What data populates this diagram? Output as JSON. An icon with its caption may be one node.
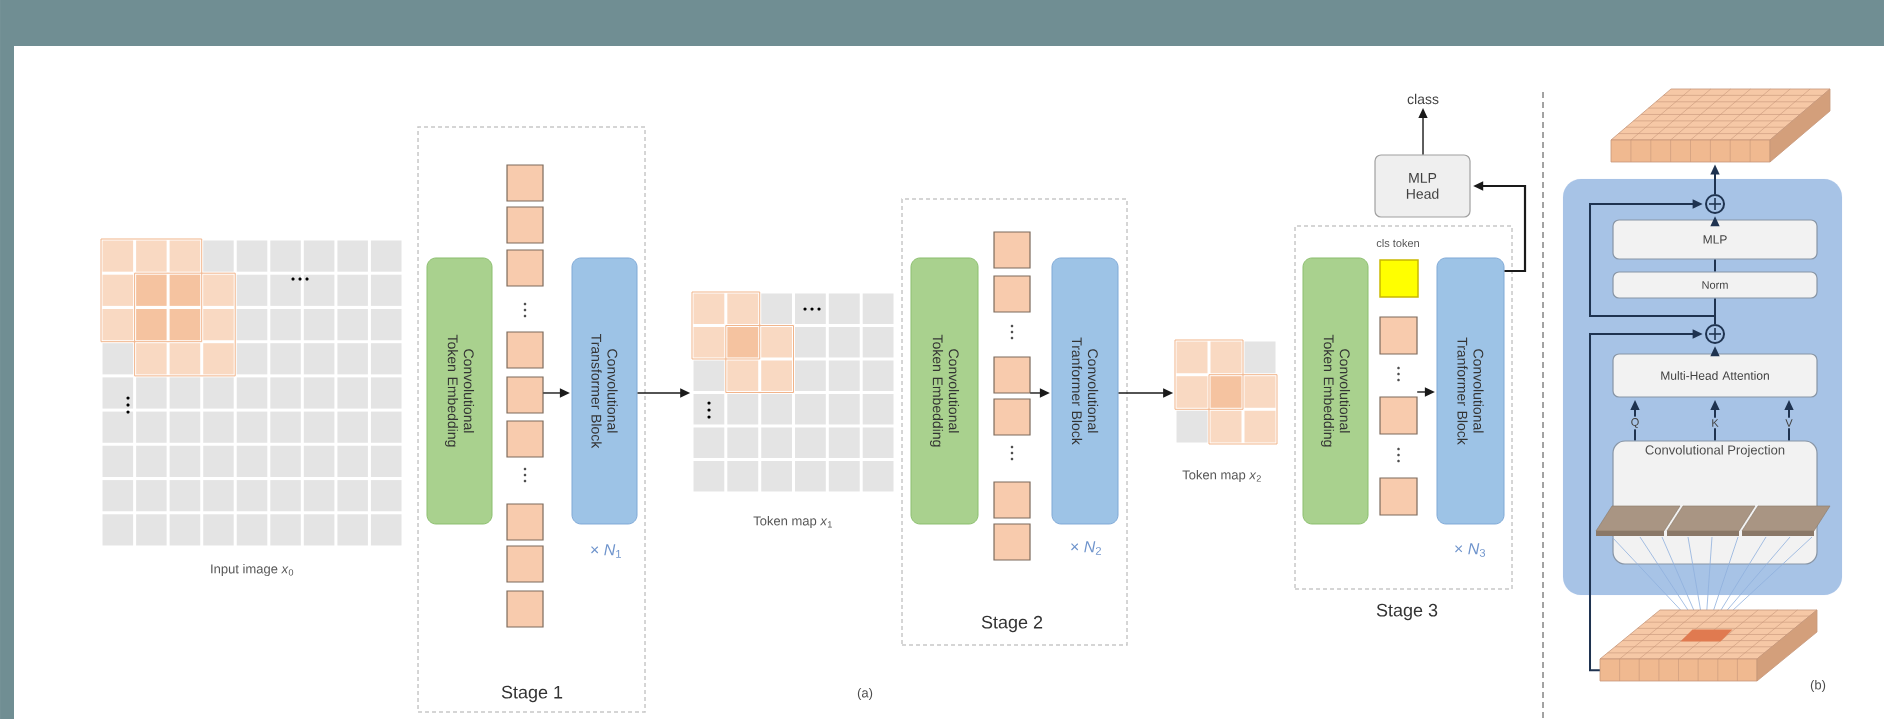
{
  "diagram": {
    "nodes": [
      {
        "text": [],
        "shape": "grid",
        "beside": [
          "Input image *x*$_{0}$"
        ]
      },
      {
        "text": [
          "Stage 1"
        ]
      },
      {
        "text": [
          "Convolutional Token Embedding"
        ],
        "in": 1
      },
      {
        "text": [],
        "shape": "column",
        "in": 1
      },
      {
        "text": [
          "Convolutional Transformer Block"
        ],
        "in": 1,
        "beside": [
          "× *N*$_{1}$"
        ]
      },
      {
        "text": [],
        "shape": "grid",
        "beside": [
          "Token map *x*$_{1}$"
        ]
      },
      {
        "text": [
          "Stage 2"
        ]
      },
      {
        "text": [
          "Convolutional Token Embedding"
        ],
        "in": 6
      },
      {
        "text": [],
        "shape": "column",
        "in": 6
      },
      {
        "text": [
          "Convolutional Tranformer Block"
        ],
        "in": 6,
        "beside": [
          "× *N*$_{2}$"
        ]
      },
      {
        "text": [],
        "shape": "grid",
        "beside": [
          "Token map *x*$_{2}$"
        ]
      },
      {
        "text": [
          "Stage 3"
        ]
      },
      {
        "text": [
          "Convolutional Token Embedding"
        ],
        "in": 11
      },
      {
        "text": [],
        "shape": "box",
        "in": 11,
        "beside": [
          "cls token"
        ]
      },
      {
        "text": [],
        "shape": "column",
        "in": 11
      },
      {
        "text": [
          "Convolutional Tranformer Block"
        ],
        "in": 11,
        "beside": [
          "× *N*$_{3}$"
        ]
      },
      {
        "text": [
          "MLP Head"
        ]
      },
      {
        "text": [
          "class"
        ]
      },
      {
        "text": [],
        "shape": "grid"
      },
      {
        "text": [],
        "shape": "box"
      },
      {
        "text": [],
        "shape": "circle",
        "in": 19
      },
      {
        "text": [
          "MLP"
        ],
        "in": 19
      },
      {
        "text": [
          "Norm"
        ],
        "in": 19
      },
      {
        "text": [],
        "shape": "circle",
        "in": 19
      },
      {
        "text": [
          "Multi-Head Attention"
        ],
        "in": 19
      },
      {
        "text": [
          "Convolutional Projection"
        ],
        "in": 19
      },
      {
        "text": [],
        "shape": "grid"
      }
    ],
    "edges": [
      {
        "from": 3,
        "to": 4,
        "arrow": "to"
      },
      {
        "from": 4,
        "to": 5,
        "arrow": "to"
      },
      {
        "from": 8,
        "to": 9,
        "arrow": "to"
      },
      {
        "from": 9,
        "to": 10,
        "arrow": "to"
      },
      {
        "from": 14,
        "to": 15,
        "arrow": "to"
      },
      {
        "from": 15,
        "to": 16,
        "arrow": "to"
      },
      {
        "from": 16,
        "to": 17,
        "arrow": "to"
      },
      {
        "from": 25,
        "to": 24,
        "arrow": "to",
        "label": "Q"
      },
      {
        "from": 25,
        "to": 24,
        "arrow": "to",
        "label": "K"
      },
      {
        "from": 25,
        "to": 24,
        "arrow": "to",
        "label": "V"
      },
      {
        "from": 24,
        "to": 23,
        "arrow": "to"
      },
      {
        "from": 26,
        "to": 23,
        "arrow": "to"
      },
      {
        "from": 23,
        "to": 22,
        "arrow": "none"
      },
      {
        "from": 22,
        "to": 21,
        "arrow": "none"
      },
      {
        "from": 21,
        "to": 20,
        "arrow": "to"
      },
      {
        "from": 23,
        "to": 20,
        "arrow": "to"
      },
      {
        "from": 20,
        "to": 18,
        "arrow": "to"
      }
    ],
    "labels": [
      "(a)",
      "(b)"
    ]
  }
}
